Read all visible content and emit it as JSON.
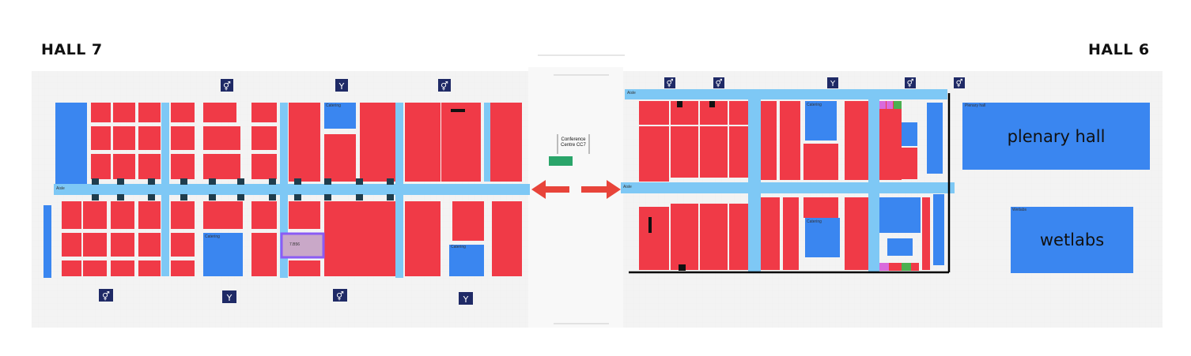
{
  "halls": {
    "left_title": "HALL 7",
    "right_title": "HALL 6"
  },
  "areas": {
    "plenary_hall": "plenary hall",
    "plenary_hall_small": "Plenary hall",
    "wetlabs": "wetlabs",
    "wetlabs_small": "Wetlabs",
    "conference_centre": "Conference Centre CC7",
    "aisle": "Aisle",
    "catering": "Catering"
  },
  "highlighted_booth": {
    "label": "7.B56"
  },
  "legend_colors": {
    "booth": "#f03a47",
    "aisle": "#7ec8f5",
    "blue_area": "#3a86f0",
    "highlight": "#8a5cf5",
    "icon_bg": "#1f2a66",
    "arrow": "#e8443a"
  },
  "icons": {
    "restroom": "restroom-icon",
    "restaurant": "fork-knife-icon",
    "direction": "double-arrow-icon"
  }
}
